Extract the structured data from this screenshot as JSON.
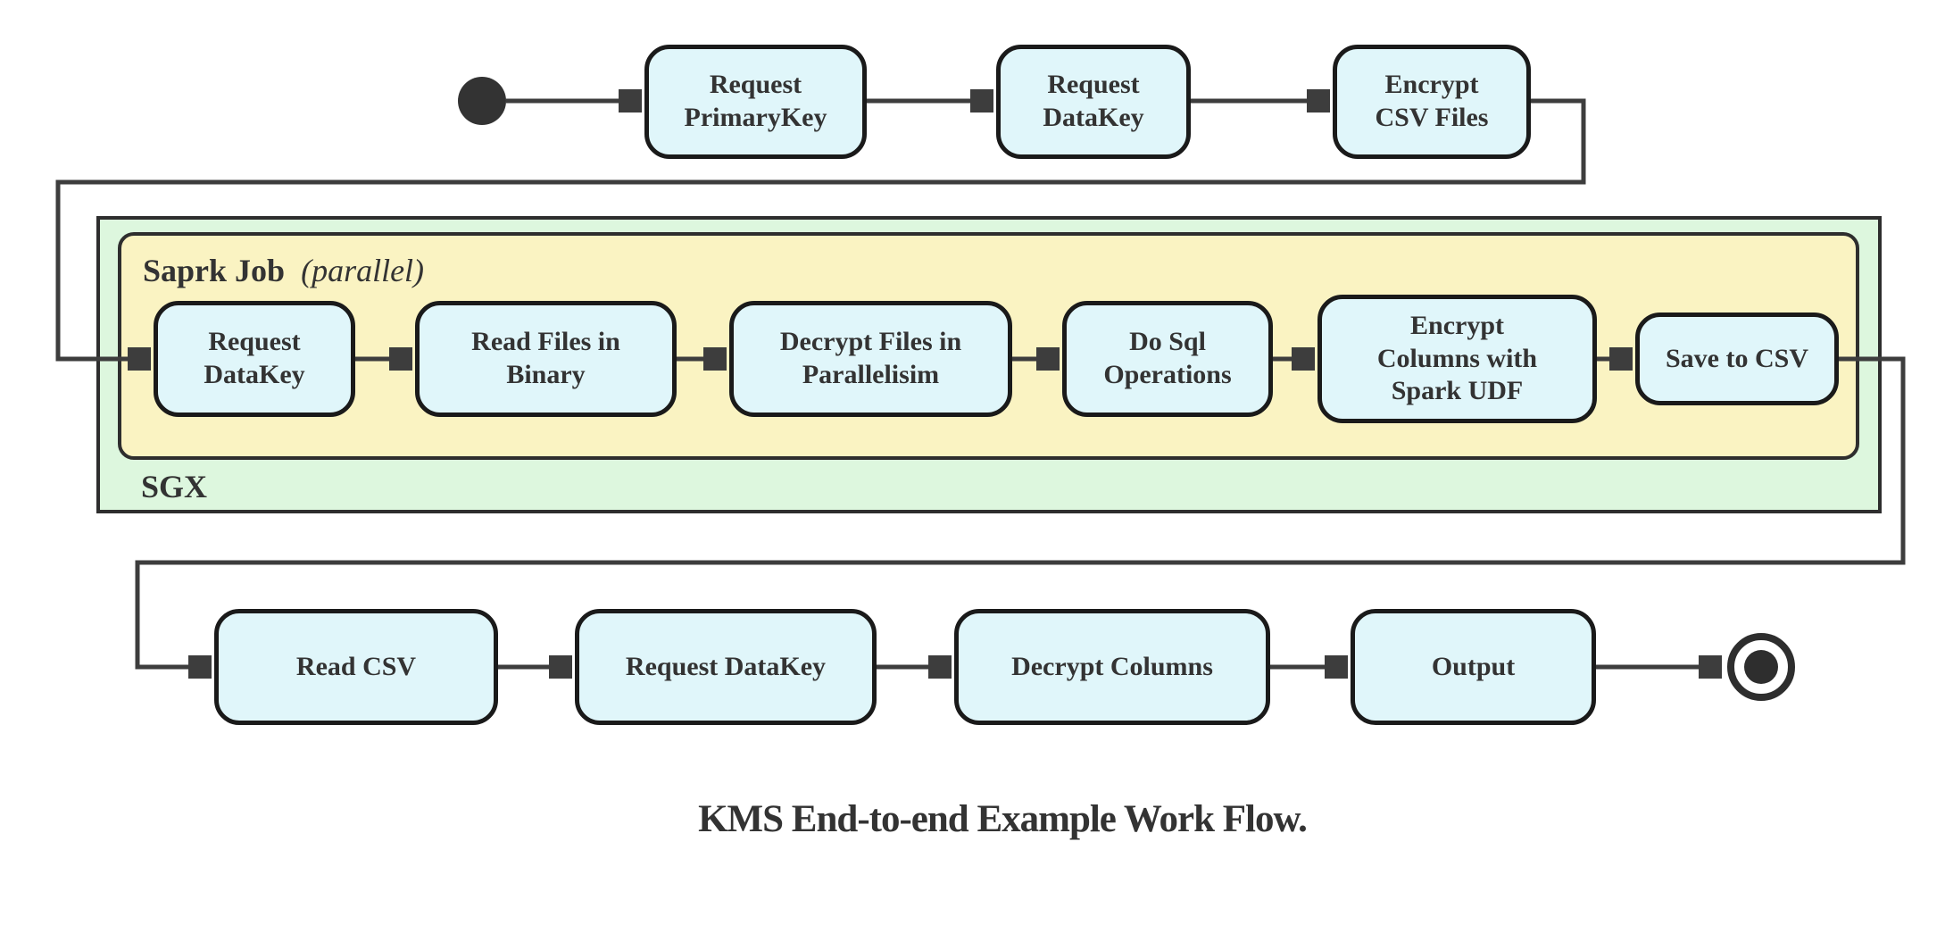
{
  "caption": "KMS End-to-end Example Work Flow.",
  "colors": {
    "node_fill": "#E0F6FA",
    "node_border": "#1A1A1A",
    "sgx_container_fill": "#DDF7DE",
    "spark_job_container_fill": "#FAF3C2",
    "container_border": "#2E2E2E",
    "edge_color": "#3D3D3D",
    "text_color": "#333333"
  },
  "markers": {
    "start": "filled-circle",
    "end": "double-circle"
  },
  "top_row": {
    "nodes": [
      "Request\nPrimaryKey",
      "Request\nDataKey",
      "Encrypt\nCSV Files"
    ]
  },
  "sgx": {
    "label": "SGX",
    "spark_job": {
      "title": "Saprk Job",
      "qualifier": "(parallel)",
      "nodes": [
        "Request\nDataKey",
        "Read Files in\nBinary",
        "Decrypt Files in\nParallelisim",
        "Do Sql\nOperations",
        "Encrypt\nColumns with\nSpark UDF",
        "Save to CSV"
      ]
    }
  },
  "bottom_row": {
    "nodes": [
      "Read CSV",
      "Request DataKey",
      "Decrypt Columns",
      "Output"
    ]
  }
}
